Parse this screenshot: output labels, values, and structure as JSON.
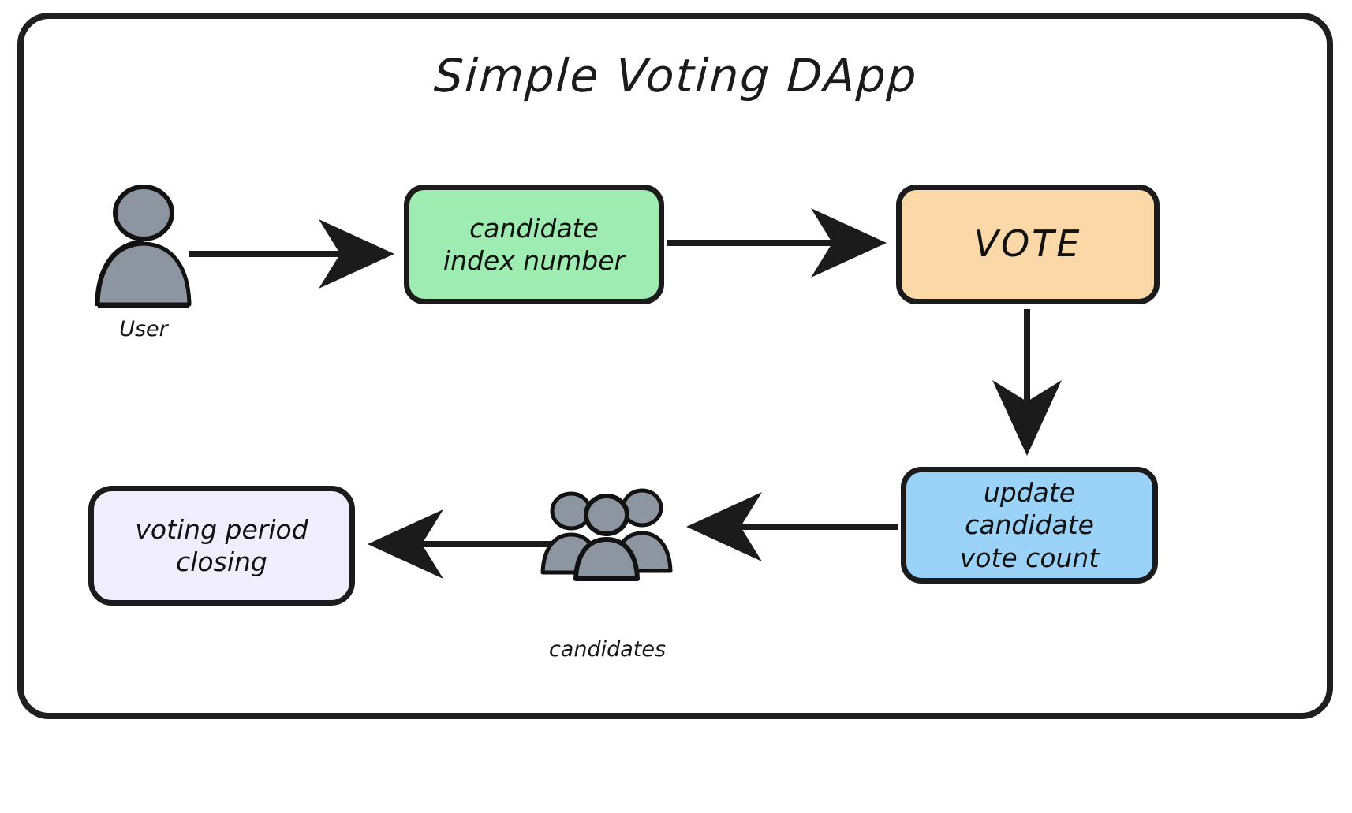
{
  "diagram": {
    "title": "Simple Voting DApp",
    "frame": {
      "border_color": "#1b1b1b"
    },
    "nodes": [
      {
        "id": "candidate-index",
        "label": "candidate\nindex number",
        "color": "#9fecb2"
      },
      {
        "id": "vote",
        "label": "VOTE",
        "color": "#fbd8a7"
      },
      {
        "id": "update-count",
        "label": "update candidate\nvote count",
        "color": "#9bd2f8"
      },
      {
        "id": "voting-period",
        "label": "voting period\nclosing",
        "color": "#f0eefc"
      }
    ],
    "icons": [
      {
        "id": "user",
        "name": "single-person-icon",
        "caption": "User",
        "fill": "#8d96a0"
      },
      {
        "id": "candidates",
        "name": "group-people-icon",
        "caption": "candidates",
        "fill": "#8d96a0"
      }
    ],
    "edges": [
      {
        "from": "user",
        "to": "candidate-index",
        "direction": "right"
      },
      {
        "from": "candidate-index",
        "to": "vote",
        "direction": "right"
      },
      {
        "from": "vote",
        "to": "update-count",
        "direction": "down"
      },
      {
        "from": "update-count",
        "to": "candidates",
        "direction": "left"
      },
      {
        "from": "candidates",
        "to": "voting-period",
        "direction": "left"
      }
    ]
  }
}
